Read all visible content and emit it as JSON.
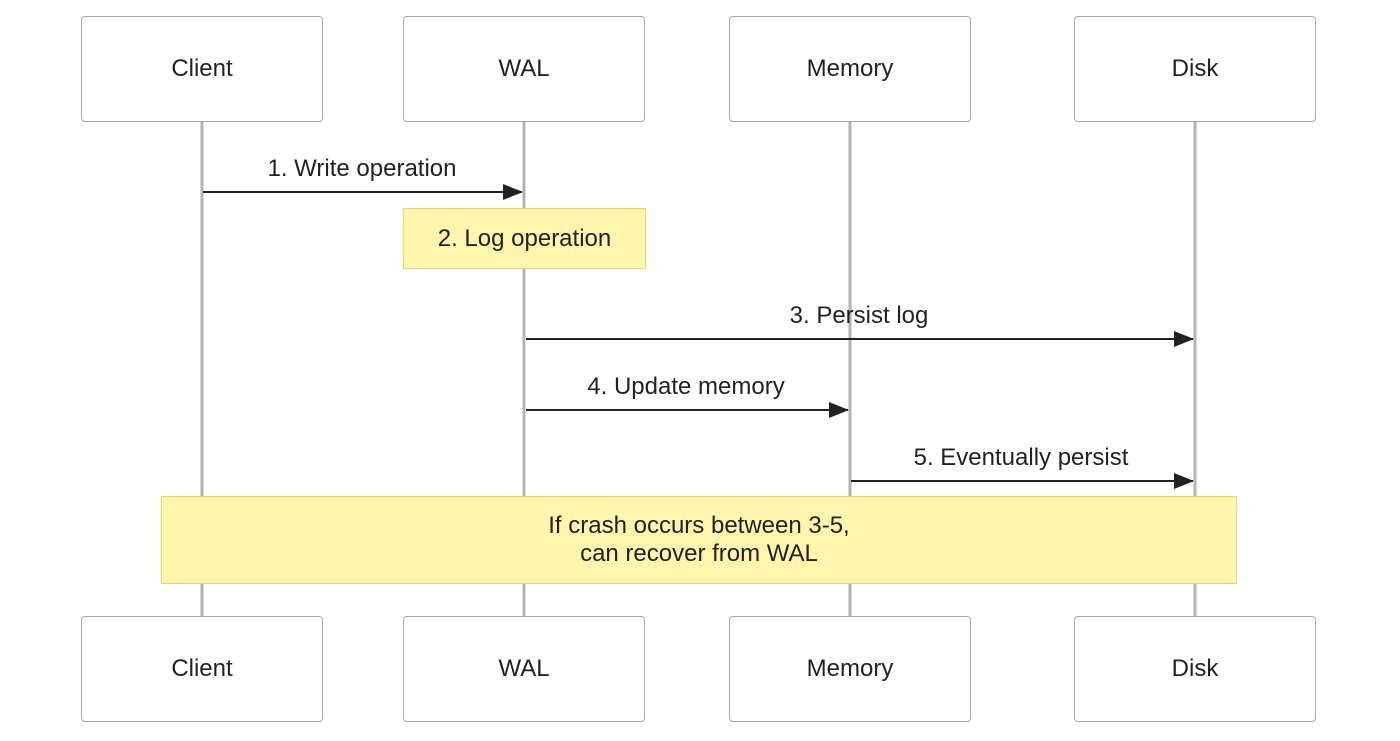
{
  "participants": [
    "Client",
    "WAL",
    "Memory",
    "Disk"
  ],
  "messages": [
    {
      "from": "Client",
      "to": "WAL",
      "label": "1. Write operation"
    },
    {
      "from": "WAL",
      "to": "Disk",
      "label": "3. Persist log"
    },
    {
      "from": "WAL",
      "to": "Memory",
      "label": "4. Update memory"
    },
    {
      "from": "Memory",
      "to": "Disk",
      "label": "5. Eventually persist"
    }
  ],
  "notes": {
    "log": {
      "text": "2. Log operation"
    },
    "crash": {
      "line1": "If crash occurs between 3-5,",
      "line2": "can recover from WAL"
    }
  },
  "colors": {
    "note_fill": "#fff5ad",
    "note_border": "#e3d96b",
    "lifeline": "#b3b3b3",
    "arrow": "#222222",
    "box_border": "#a8a8a8"
  }
}
